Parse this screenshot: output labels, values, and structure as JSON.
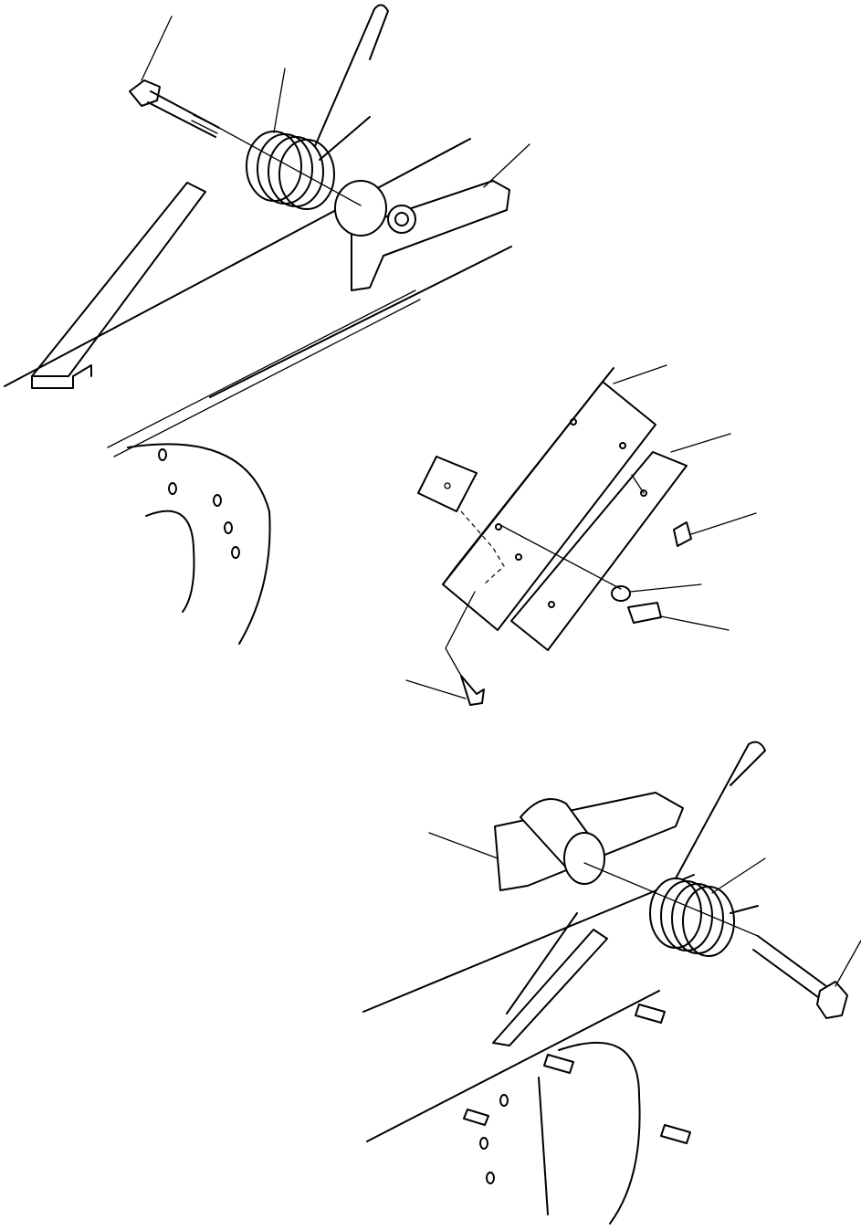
{
  "diagram": {
    "type": "exploded-parts-illustration",
    "colors": {
      "line": "#000000",
      "background": "#ffffff"
    },
    "groups": [
      "upper-spring-assembly",
      "middle-plate-assembly",
      "lower-spring-assembly"
    ]
  }
}
